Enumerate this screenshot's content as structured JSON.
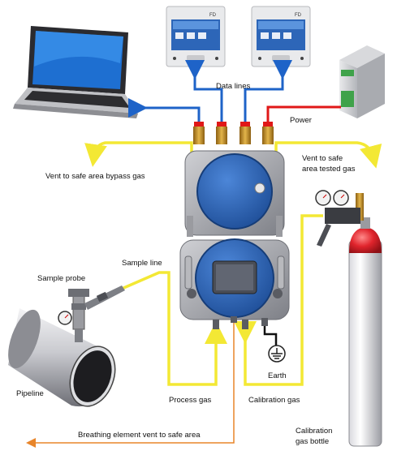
{
  "labels": {
    "data_lines": "Data lines",
    "power": "Power",
    "vent_bypass": "Vent to safe area bypass gas",
    "vent_tested_1": "Vent to safe",
    "vent_tested_2": "area tested gas",
    "sample_line": "Sample line",
    "sample_probe": "Sample probe",
    "pipeline": "Pipeline",
    "process_gas": "Process gas",
    "calibration_gas": "Calibration gas",
    "earth": "Earth",
    "breathing_vent": "Breathing element vent to safe area",
    "calibration_bottle_1": "Calibration",
    "calibration_bottle_2": "gas bottle",
    "panel_brand": "FD"
  },
  "colors": {
    "data_line": "#1e63c8",
    "power_line": "#e01818",
    "gas_line": "#f3e834",
    "breathing_line": "#e8852a",
    "enclosure_blue": "#2b63b5",
    "bottle_red": "#d4232a"
  },
  "icons": {
    "laptop": "laptop-icon",
    "panel": "display-panel-icon",
    "psu": "power-supply-icon",
    "earth": "earth-ground-icon"
  }
}
